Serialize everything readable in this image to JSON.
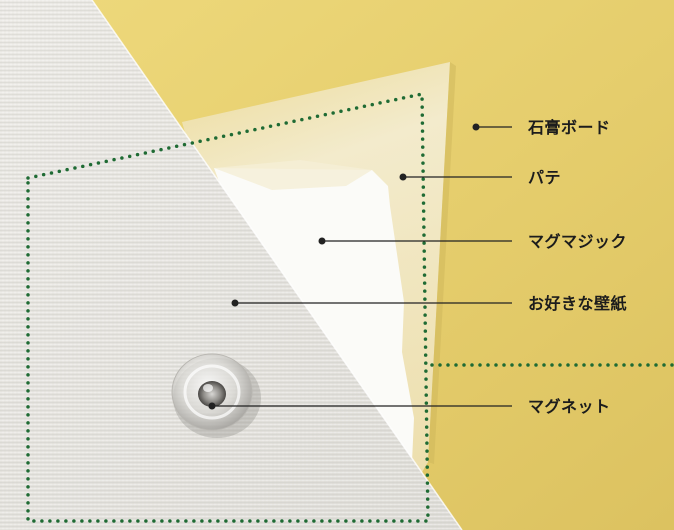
{
  "labels": {
    "gypsum_board": "石膏ボード",
    "putty": "パテ",
    "mag_magic": "マグマジック",
    "wallpaper": "お好きな壁紙",
    "magnet": "マグネット"
  },
  "colors": {
    "gypsum_board": "#e6cf72",
    "putty_layer": "#efe6c0",
    "mag_magic_sheet": "#ffffff",
    "wallpaper": "#e6e4df",
    "dotted_outline": "#1f6b34",
    "leader_line": "#222222",
    "label_text": "#1c1c1c"
  },
  "icons": {
    "magnet": "clear-round-magnet-icon"
  }
}
